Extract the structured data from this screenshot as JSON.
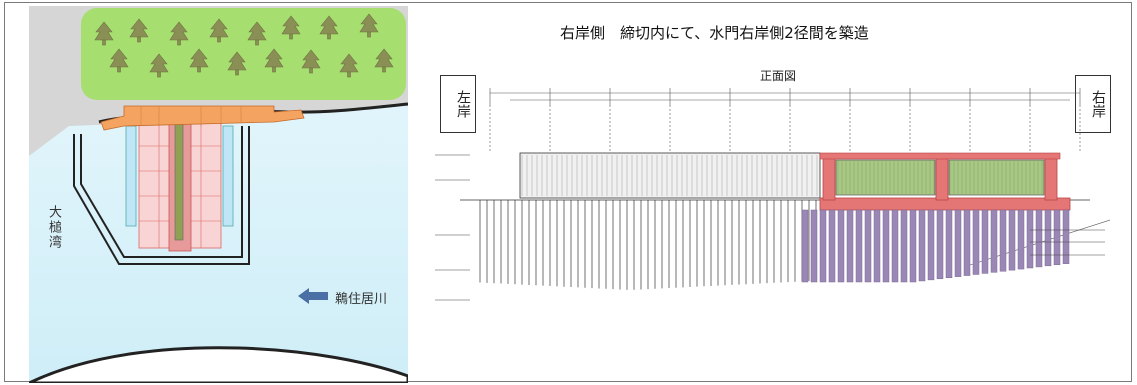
{
  "title": "右岸側　締切内にて、水門右岸側2径間を築造",
  "elevation": {
    "view_label": "正面図",
    "left_bank": "左岸",
    "right_bank": "右岸"
  },
  "plan": {
    "bay_label": "大槌湾",
    "river_label": "鵜住居川",
    "river_arrow": "arrow-left-icon"
  },
  "colors": {
    "sea": "#dcf3fb",
    "land": "#d9d9d9",
    "trees_area": "#a6df70",
    "tree": "#8a8f55",
    "bridge": "#f4a460",
    "cofferdam": "#f2b4b4",
    "new_structure": "#e07070",
    "piles_new": "#9b87b6",
    "gate_fill": "#a9c886",
    "arrow": "#4a6fa5"
  }
}
